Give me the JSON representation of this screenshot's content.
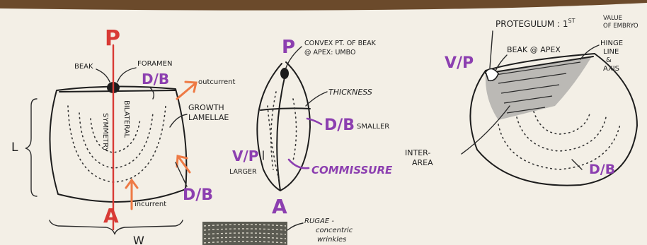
{
  "left": {
    "p": "P",
    "a": "A",
    "beak": "BEAK",
    "foramen": "FORAMEN",
    "db_top": "D/B",
    "outcurrent": "outcurrent",
    "growth": [
      "GROWTH",
      "LAMELLAE"
    ],
    "bilateral": "BILATERAL",
    "symmetry": "SYMMETRY",
    "l": "L",
    "w": "W",
    "db_bottom": "D/B",
    "incurrent": "incurrent"
  },
  "middle": {
    "p": "P",
    "a": "A",
    "convex": [
      "CONVEX PT. OF BEAK",
      "@ APEX: UMBO"
    ],
    "thickness": "THICKNESS",
    "db": "D/B",
    "smaller": "SMALLER",
    "vp": "V/P",
    "larger": "LARGER",
    "commissure": "COMMISSURE",
    "rugae": [
      "RUGAE -",
      "concentric",
      "wrinkles"
    ]
  },
  "right": {
    "protegulum": "PROTEGULUM : 1",
    "protegulum_sup": "ST",
    "value": [
      "VALUE",
      "OF EMBRYO"
    ],
    "vp": "V/P",
    "beak_apex": "BEAK @ APEX",
    "hinge": [
      "HINGE",
      "LINE",
      "&",
      "AXIS"
    ],
    "interarea": [
      "INTER-",
      "AREA"
    ],
    "db": "D/B"
  },
  "colors": {
    "purple": "#8c3fb0",
    "red": "#d83a35",
    "orange": "#ee7a45",
    "ink": "#1d1d1d",
    "paper": "#f3efe6"
  }
}
